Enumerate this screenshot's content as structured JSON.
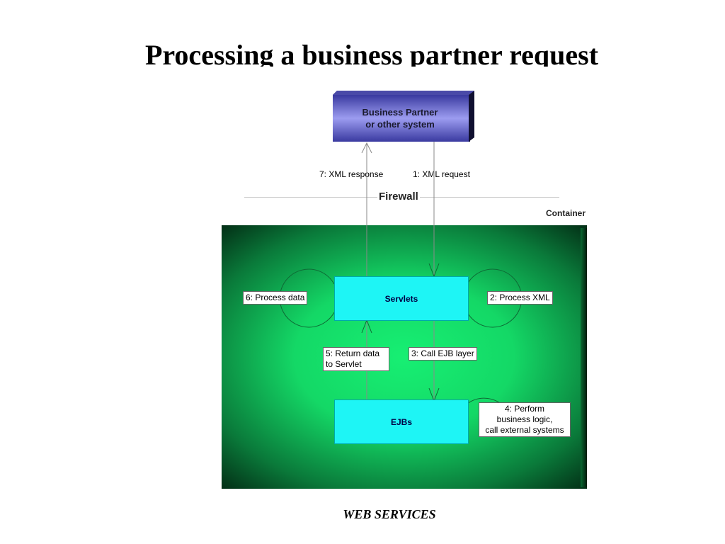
{
  "slide": {
    "title": "Processing a business partner request",
    "footer": "WEB SERVICES"
  },
  "diagram": {
    "partner": {
      "line1": "Business Partner",
      "line2": "or other system"
    },
    "firewall": "Firewall",
    "container": "Container",
    "servlets": "Servlets",
    "ejbs": "EJBs",
    "steps": {
      "xml_request": "1: XML request",
      "process_xml": "2: Process XML",
      "call_ejb": "3: Call EJB layer",
      "perform": {
        "line1": "4: Perform",
        "line2": "business logic,",
        "line3": "call external systems"
      },
      "return_data": {
        "line1": "5: Return data",
        "line2": "to Servlet"
      },
      "process_data": "6: Process data",
      "xml_response": "7: XML response"
    },
    "colors": {
      "partner_fill": "#7f7fe8",
      "container_green": "#17ef73",
      "component_cyan": "#1ef5f5"
    }
  }
}
